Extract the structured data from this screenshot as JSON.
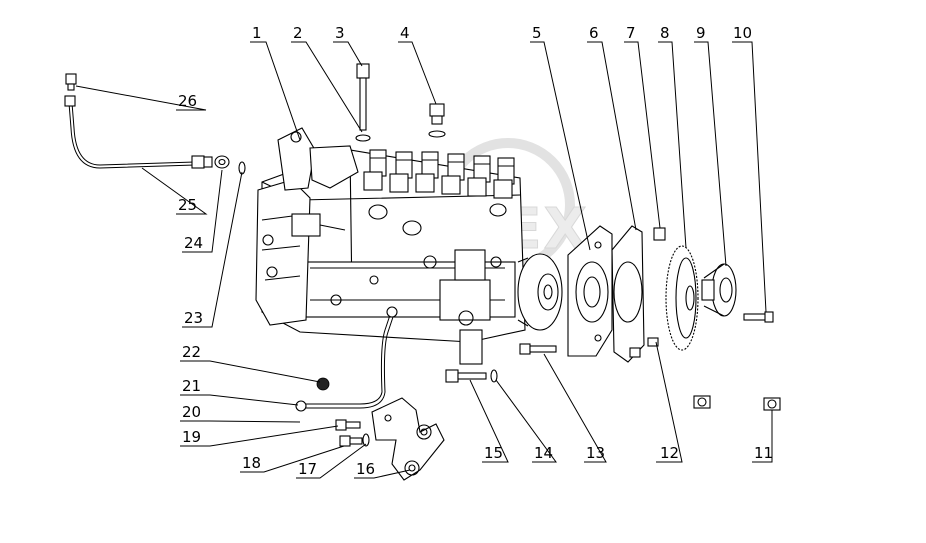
{
  "watermark": "LOPEX",
  "callouts": [
    {
      "num": "1"
    },
    {
      "num": "2"
    },
    {
      "num": "3"
    },
    {
      "num": "4"
    },
    {
      "num": "5"
    },
    {
      "num": "6"
    },
    {
      "num": "7"
    },
    {
      "num": "8"
    },
    {
      "num": "9"
    },
    {
      "num": "10"
    },
    {
      "num": "11"
    },
    {
      "num": "12"
    },
    {
      "num": "13"
    },
    {
      "num": "14"
    },
    {
      "num": "15"
    },
    {
      "num": "16"
    },
    {
      "num": "17"
    },
    {
      "num": "18"
    },
    {
      "num": "19"
    },
    {
      "num": "20"
    },
    {
      "num": "21"
    },
    {
      "num": "22"
    },
    {
      "num": "23"
    },
    {
      "num": "24"
    },
    {
      "num": "25"
    },
    {
      "num": "26"
    }
  ]
}
